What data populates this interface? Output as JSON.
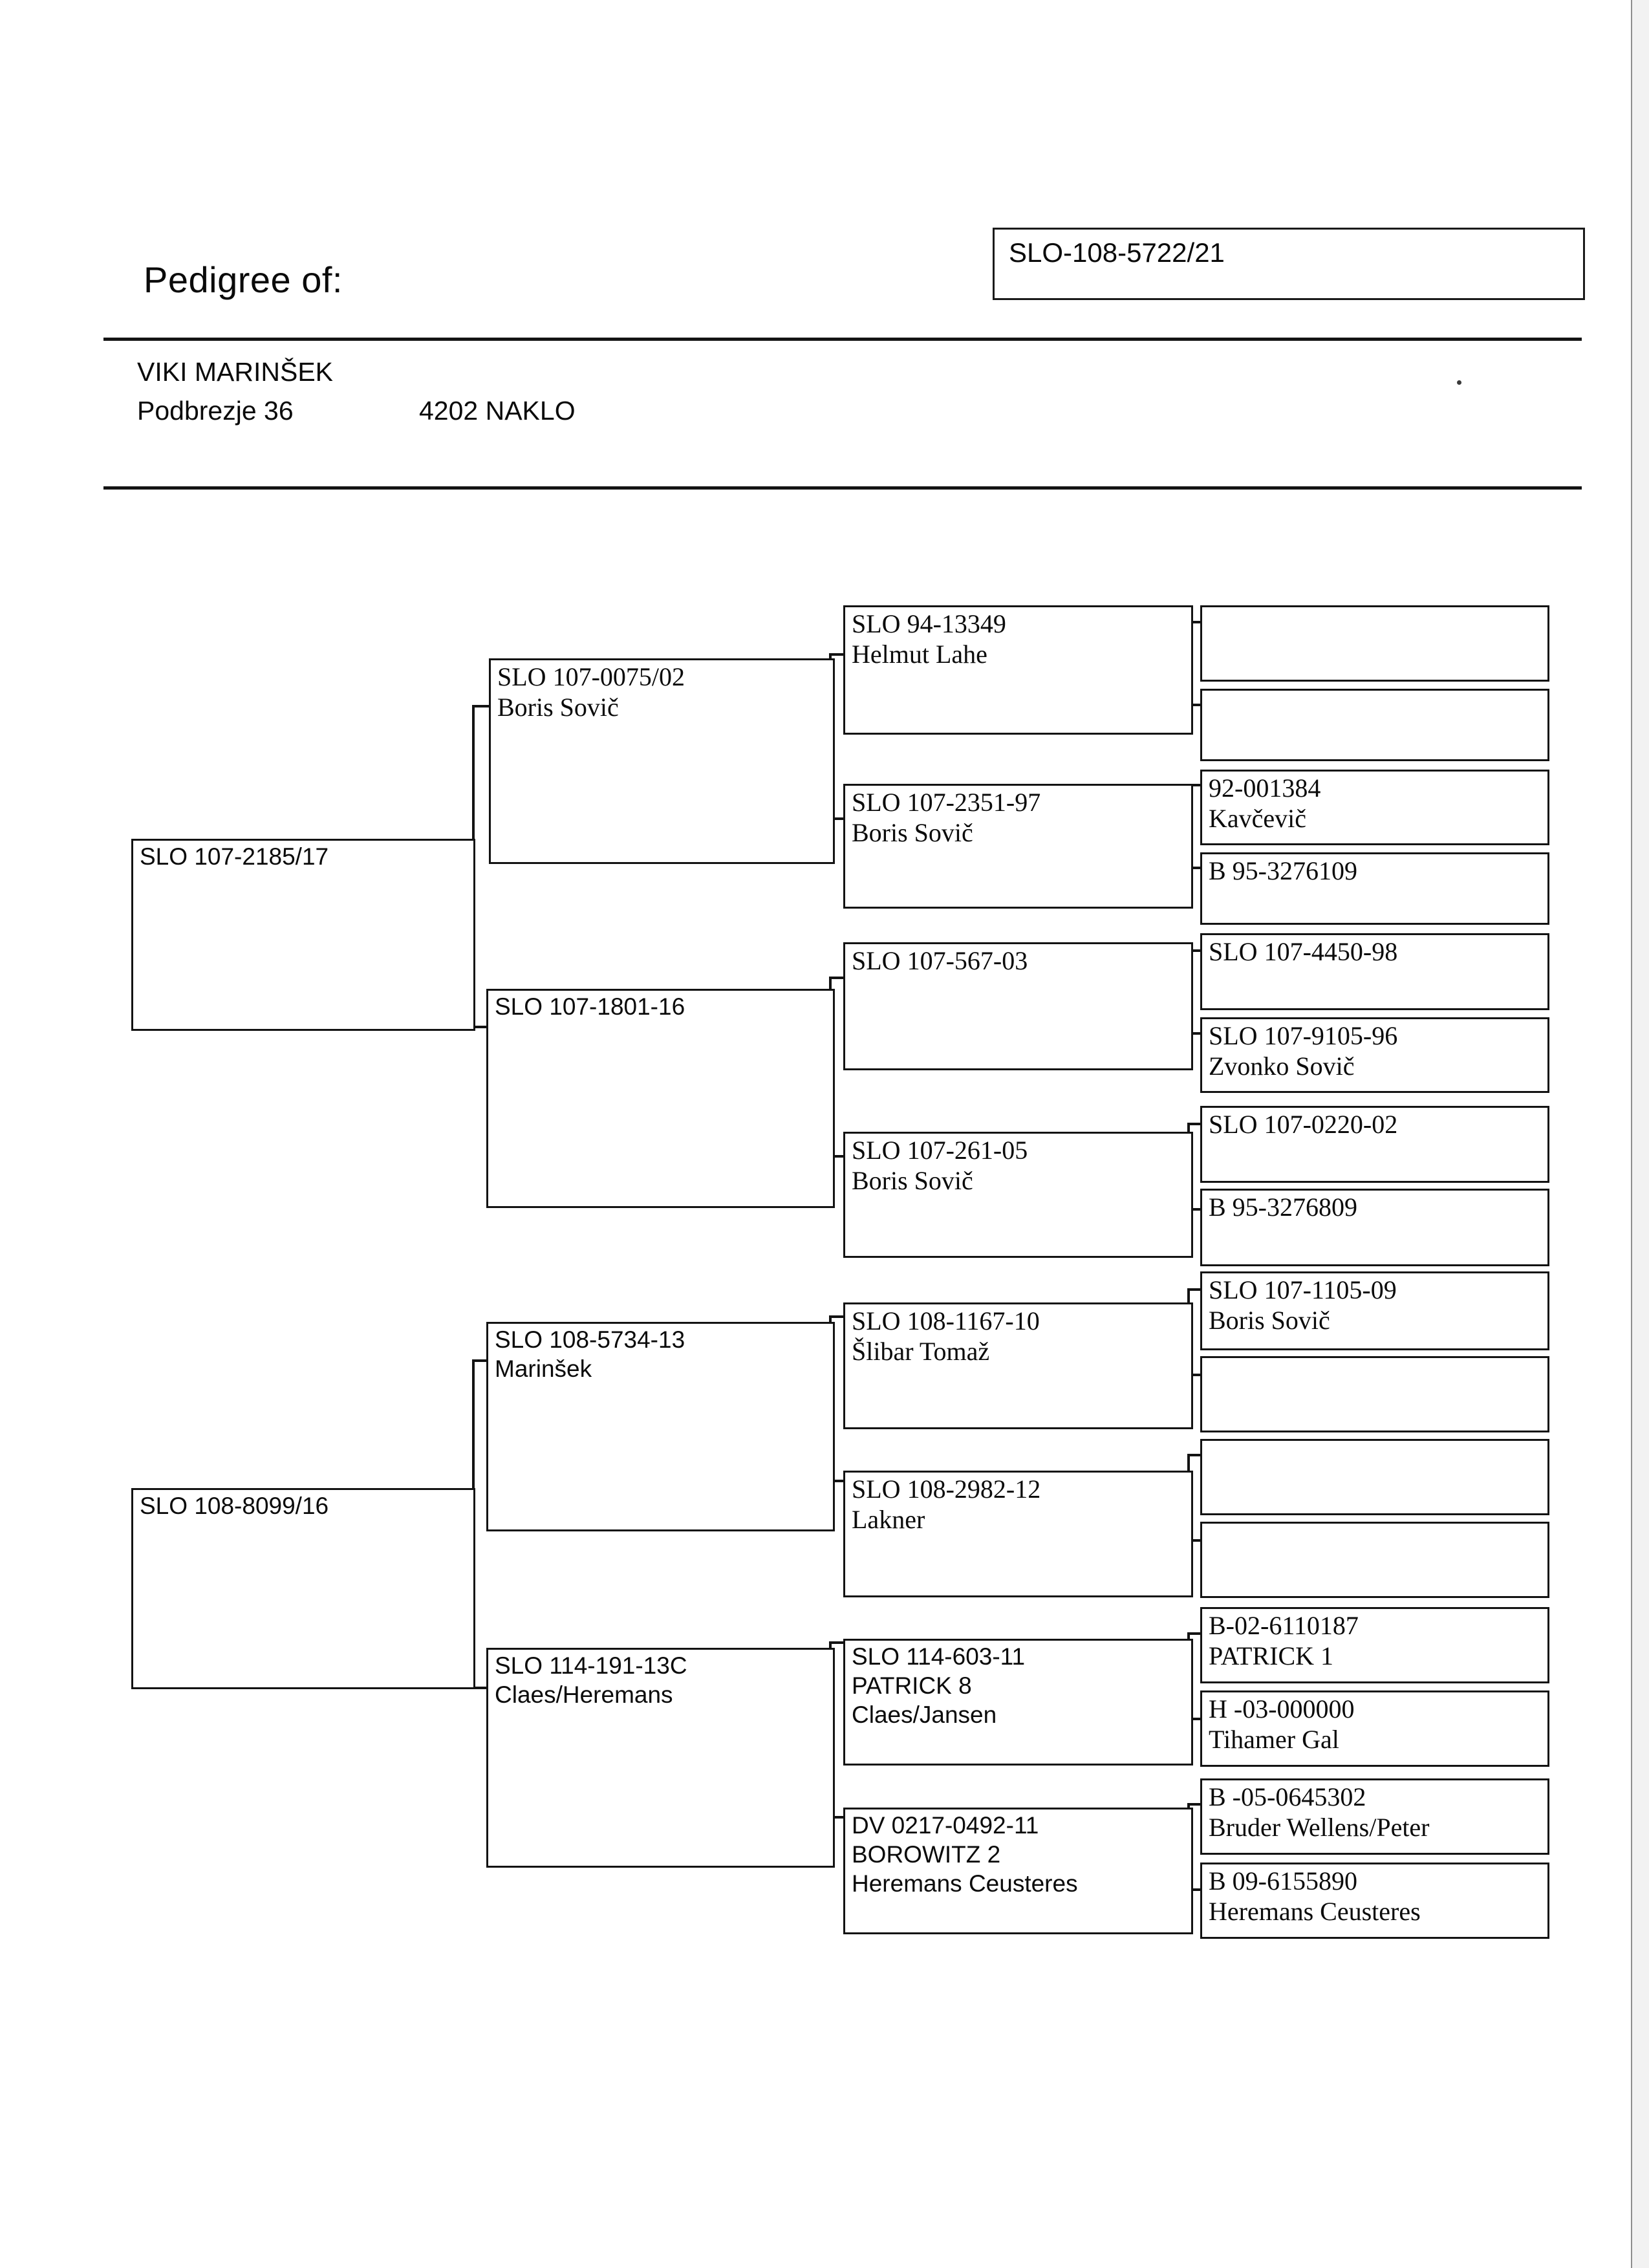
{
  "header": {
    "title": "Pedigree of:",
    "ring_number": "SLO-108-5722/21",
    "owner_name": "VIKI MARINŠEK",
    "owner_street": "Podbrezje 36",
    "owner_city": "4202 NAKLO"
  },
  "pedigree": {
    "generation1": [
      {
        "id": "g1-sire",
        "lines": [
          "SLO 107-2185/17"
        ],
        "style": "sans"
      },
      {
        "id": "g1-dam",
        "lines": [
          "SLO 108-8099/16"
        ],
        "style": "sans"
      }
    ],
    "generation2": [
      {
        "id": "g2-1",
        "lines": [
          "SLO 107-0075/02",
          "",
          "Boris Sovič"
        ],
        "style": "serif"
      },
      {
        "id": "g2-2",
        "lines": [
          "SLO 107-1801-16"
        ],
        "style": "sans"
      },
      {
        "id": "g2-3",
        "lines": [
          "SLO 108-5734-13",
          "Marinšek"
        ],
        "style": "sans"
      },
      {
        "id": "g2-4",
        "lines": [
          "SLO 114-191-13C",
          "Claes/Heremans"
        ],
        "style": "sans"
      }
    ],
    "generation3": [
      {
        "id": "g3-1",
        "lines": [
          "SLO  94-13349",
          "Helmut Lahe"
        ],
        "style": "serif"
      },
      {
        "id": "g3-2",
        "lines": [
          "SLO 107-2351-97",
          "Boris Sovič"
        ],
        "style": "serif"
      },
      {
        "id": "g3-3",
        "lines": [
          "SLO 107-567-03"
        ],
        "style": "serif"
      },
      {
        "id": "g3-4",
        "lines": [
          "SLO 107-261-05",
          "Boris Sovič"
        ],
        "style": "serif"
      },
      {
        "id": "g3-5",
        "lines": [
          "SLO 108-1167-10",
          "Šlibar Tomaž"
        ],
        "style": "serif"
      },
      {
        "id": "g3-6",
        "lines": [
          "SLO 108-2982-12",
          "Lakner"
        ],
        "style": "serif"
      },
      {
        "id": "g3-7",
        "lines": [
          "SLO 114-603-11",
          "PATRICK 8",
          "Claes/Jansen"
        ],
        "style": "sans"
      },
      {
        "id": "g3-8",
        "lines": [
          "DV 0217-0492-11",
          "BOROWITZ 2",
          "Heremans Ceusteres"
        ],
        "style": "sans"
      }
    ],
    "generation4": [
      {
        "id": "g4-1",
        "lines": [],
        "style": "serif"
      },
      {
        "id": "g4-2",
        "lines": [],
        "style": "serif"
      },
      {
        "id": "g4-3",
        "lines": [
          "92-001384",
          "Kavčevič"
        ],
        "style": "serif"
      },
      {
        "id": "g4-4",
        "lines": [
          "B     95-3276109"
        ],
        "style": "serif"
      },
      {
        "id": "g4-5",
        "lines": [
          "SLO 107-4450-98"
        ],
        "style": "serif"
      },
      {
        "id": "g4-6",
        "lines": [
          "SLO 107-9105-96",
          "Zvonko Sovič"
        ],
        "style": "serif"
      },
      {
        "id": "g4-7",
        "lines": [
          "SLO 107-0220-02"
        ],
        "style": "serif"
      },
      {
        "id": "g4-8",
        "lines": [
          "B  95-3276809"
        ],
        "style": "serif"
      },
      {
        "id": "g4-9",
        "lines": [
          "SLO 107-1105-09",
          "Boris Sovič"
        ],
        "style": "serif"
      },
      {
        "id": "g4-10",
        "lines": [],
        "style": "serif"
      },
      {
        "id": "g4-11",
        "lines": [],
        "style": "serif"
      },
      {
        "id": "g4-12",
        "lines": [],
        "style": "serif"
      },
      {
        "id": "g4-13",
        "lines": [
          "B-02-6110187",
          "PATRICK 1"
        ],
        "style": "serif"
      },
      {
        "id": "g4-14",
        "lines": [
          "H -03-000000",
          "Tihamer Gal"
        ],
        "style": "serif"
      },
      {
        "id": "g4-15",
        "lines": [
          "B -05-0645302",
          "Bruder Wellens/Peter"
        ],
        "style": "serif"
      },
      {
        "id": "g4-16",
        "lines": [
          "B 09-6155890",
          "Heremans Ceusteres"
        ],
        "style": "serif"
      }
    ]
  }
}
